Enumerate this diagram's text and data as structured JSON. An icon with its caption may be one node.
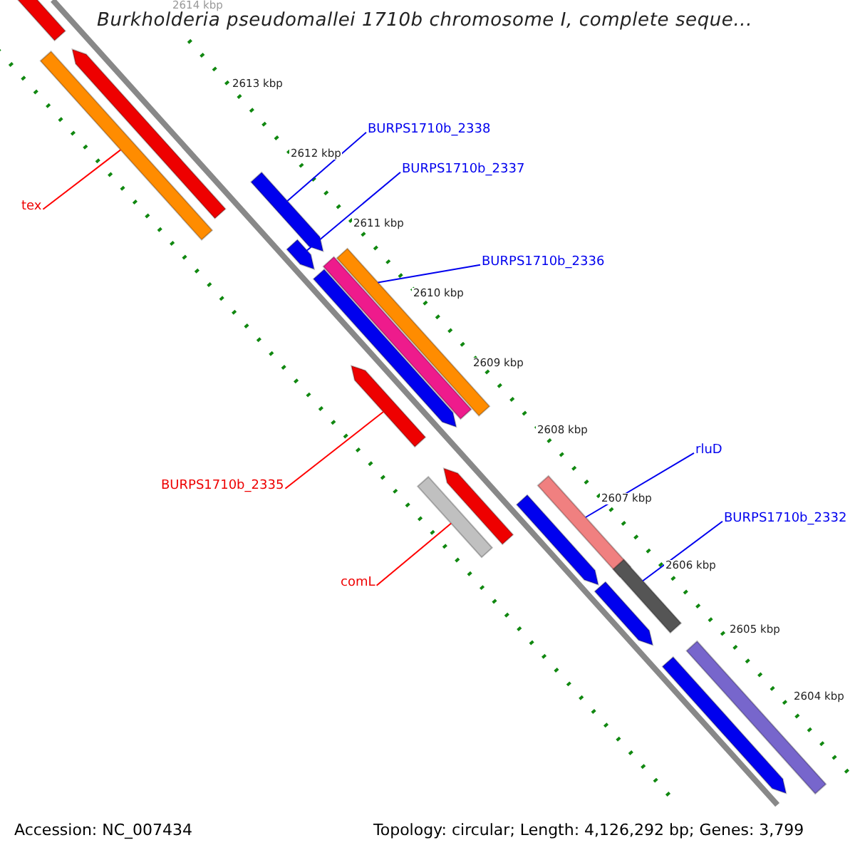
{
  "diagram": {
    "title": "Burkholderia pseudomallei 1710b chromosome I, complete seque...",
    "nodes": [
      {
        "text": [
          "BURPS1710b_2338"
        ]
      },
      {
        "text": [
          "BURPS1710b_2337"
        ]
      },
      {
        "text": [
          "tex"
        ]
      },
      {
        "text": [
          "BURPS1710b_2336"
        ]
      },
      {
        "text": [
          "BURPS1710b_2335"
        ]
      },
      {
        "text": [
          "rluD"
        ]
      },
      {
        "text": [
          "BURPS1710b_2332"
        ]
      },
      {
        "text": [
          "comL"
        ]
      },
      {
        "text": [],
        "shape": "arrow"
      },
      {
        "text": [],
        "shape": "arrow"
      },
      {
        "text": [],
        "shape": "bar"
      },
      {
        "text": [],
        "shape": "bar"
      },
      {
        "text": [],
        "shape": "arrow"
      },
      {
        "text": [],
        "shape": "bar"
      },
      {
        "text": [],
        "shape": "bar"
      },
      {
        "text": [],
        "shape": "bar"
      },
      {
        "text": [],
        "shape": "bar"
      },
      {
        "text": [],
        "shape": "arrow"
      },
      {
        "text": [],
        "shape": "bar"
      },
      {
        "text": [],
        "shape": "arrow"
      },
      {
        "text": [],
        "shape": "arrow"
      },
      {
        "text": [],
        "shape": "arrow"
      },
      {
        "text": [],
        "shape": "arrow"
      },
      {
        "text": [],
        "shape": "arrow"
      },
      {
        "text": [],
        "shape": "bar"
      }
    ],
    "edges": [
      {
        "from": 0,
        "to": 8,
        "arrow": "none"
      },
      {
        "from": 1,
        "to": 9,
        "arrow": "none"
      },
      {
        "from": 2,
        "to": 10,
        "arrow": "none",
        "color": "#ff0000"
      },
      {
        "from": 3,
        "to": 11,
        "arrow": "none"
      },
      {
        "from": 4,
        "to": 12,
        "arrow": "none",
        "color": "#ff0000"
      },
      {
        "from": 5,
        "to": 13,
        "arrow": "none"
      },
      {
        "from": 6,
        "to": 14,
        "arrow": "none"
      },
      {
        "from": 7,
        "to": 15,
        "arrow": "none",
        "color": "#ff0000"
      }
    ],
    "labels": [
      "2614 kbp",
      "2613 kbp",
      "2612 kbp",
      "2611 kbp",
      "2610 kbp",
      "2609 kbp",
      "2608 kbp",
      "2607 kbp",
      "2606 kbp",
      "2605 kbp",
      "2604 kbp",
      "Accession: NC_007434",
      "Topology: circular; Length: 4,126,292 bp; Genes: 3,799"
    ]
  }
}
